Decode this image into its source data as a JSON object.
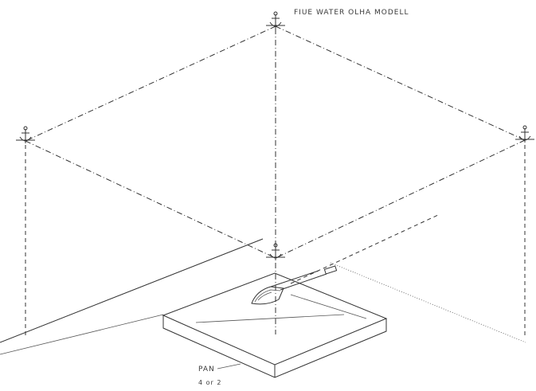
{
  "labels": {
    "top_note": "FIUE WATER OLHA MODELL",
    "pan": "PAN",
    "pan_sub": "4 or 2"
  },
  "icons": {
    "anchor": "anchor-icon",
    "boat": "boat-icon"
  },
  "colors": {
    "ink": "#333333",
    "background": "#ffffff"
  }
}
